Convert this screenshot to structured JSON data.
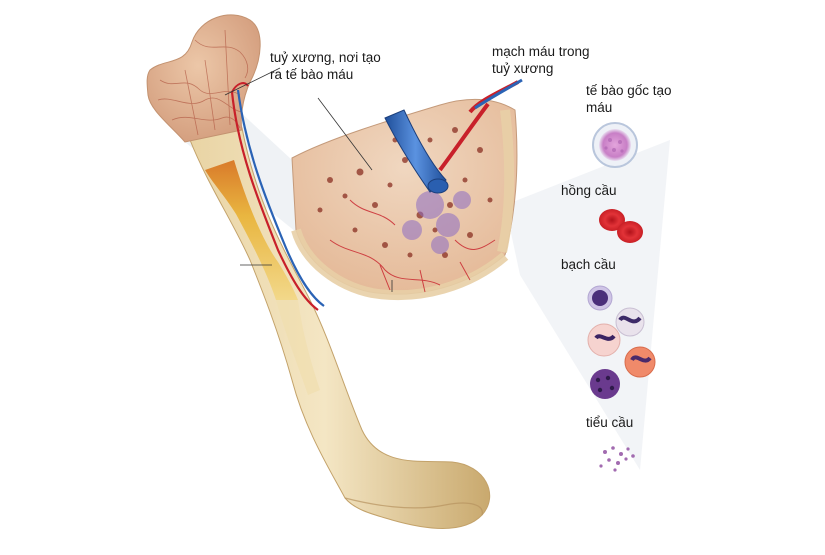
{
  "labels": {
    "bone_marrow": "tuỷ xương, nơi tạo\nra tế bào máu",
    "marrow_vessels": "mạch máu trong\ntuỷ xương",
    "stem_cell": "tế bào gốc tạo\nmáu",
    "red_blood_cells": "hồng cầu",
    "white_blood_cells": "bạch cầu",
    "platelets": "tiểu cầu"
  },
  "colors": {
    "bone": "#eedcb0",
    "bone_shadow": "#cfb27a",
    "spongy_bone": "#d9a58a",
    "artery": "#c8202a",
    "vein": "#2b63b5",
    "red_cell": "#d8232a",
    "stem_cell": "#d58ed2",
    "platelet": "#a26bb0"
  }
}
